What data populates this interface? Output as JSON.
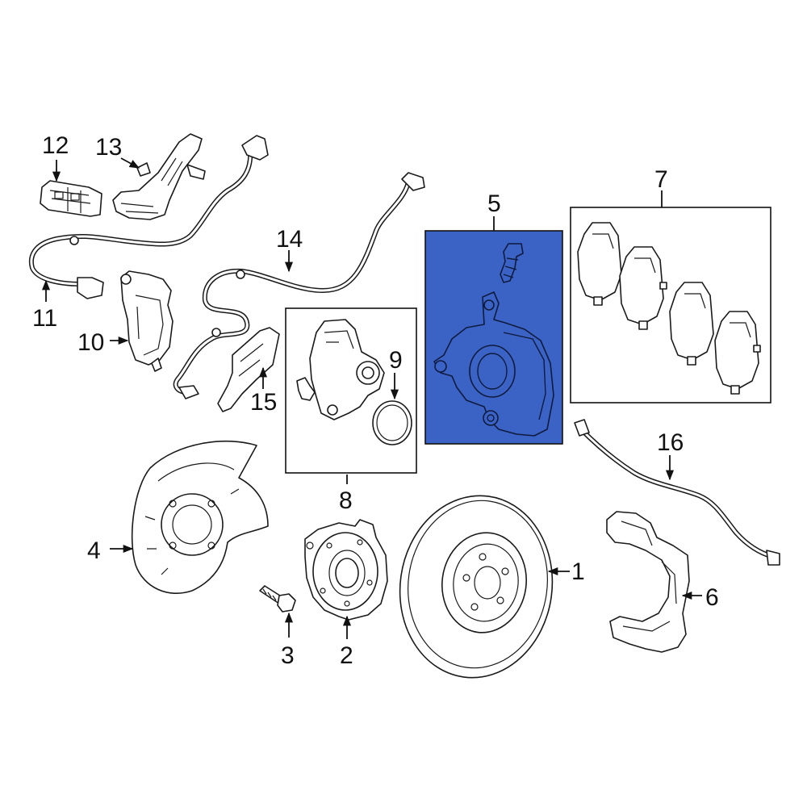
{
  "diagram": {
    "highlight_color": "#3b63c6",
    "callouts": [
      {
        "id": "1",
        "label": "1"
      },
      {
        "id": "2",
        "label": "2"
      },
      {
        "id": "3",
        "label": "3"
      },
      {
        "id": "4",
        "label": "4"
      },
      {
        "id": "5",
        "label": "5"
      },
      {
        "id": "6",
        "label": "6"
      },
      {
        "id": "7",
        "label": "7"
      },
      {
        "id": "8",
        "label": "8"
      },
      {
        "id": "9",
        "label": "9"
      },
      {
        "id": "10",
        "label": "10"
      },
      {
        "id": "11",
        "label": "11"
      },
      {
        "id": "12",
        "label": "12"
      },
      {
        "id": "13",
        "label": "13"
      },
      {
        "id": "14",
        "label": "14"
      },
      {
        "id": "15",
        "label": "15"
      },
      {
        "id": "16",
        "label": "16"
      }
    ]
  }
}
